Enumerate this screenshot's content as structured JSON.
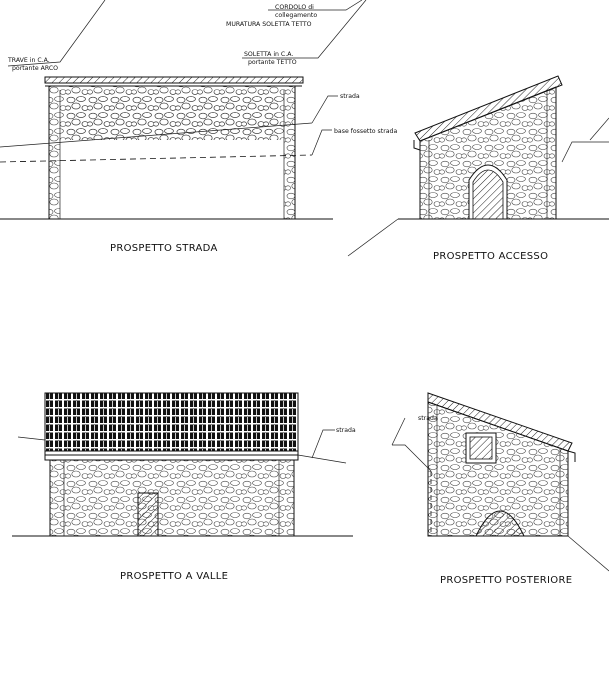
{
  "titles": {
    "strada": "PROSPETTO STRADA",
    "accesso": "PROSPETTO ACCESSO",
    "valle": "PROSPETTO A VALLE",
    "posteriore": "PROSPETTO POSTERIORE"
  },
  "annotations": {
    "cordolo_1": "CORDOLO di",
    "cordolo_2": "collegamento",
    "muratura": "MURATURA SOLETTA TETTO",
    "trave_1": "TRAVE in C.A.",
    "trave_2": "portante ARCO",
    "soletta_1": "SOLETTA in C.A.",
    "soletta_2": "portante TETTO",
    "strada_a": "strada",
    "fossetto": "base fossetto strada",
    "strada_b": "strada",
    "strada_c": "strada"
  },
  "colors": {
    "line": "#111111",
    "stone": "#333333",
    "background": "#ffffff"
  }
}
